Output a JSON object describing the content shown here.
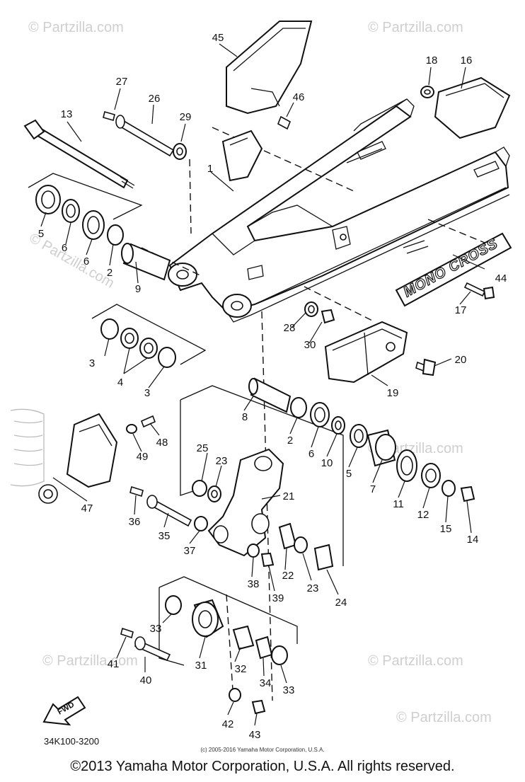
{
  "watermark": "© Partzilla.com",
  "decal_text": "MONO CROSS",
  "fwd_label": "FWD",
  "diagram_code": "34K100-3200",
  "small_copyright": "(c) 2005-2016 Yamaha Motor Corporation, U.S.A.",
  "copyright": "©2013 Yamaha Motor Corporation, U.S.A. All rights reserved.",
  "callouts": {
    "n1": "1",
    "n2a": "2",
    "n2b": "2",
    "n3a": "3",
    "n3b": "3",
    "n4": "4",
    "n5a": "5",
    "n5b": "5",
    "n6a": "6",
    "n6b": "6",
    "n7": "7",
    "n8": "8",
    "n9": "9",
    "n10": "10",
    "n11": "11",
    "n12": "12",
    "n13": "13",
    "n14": "14",
    "n15": "15",
    "n16": "16",
    "n17": "17",
    "n18": "18",
    "n19": "19",
    "n20": "20",
    "n21": "21",
    "n22": "22",
    "n23a": "23",
    "n23b": "23",
    "n24": "24",
    "n25": "25",
    "n26": "26",
    "n27": "27",
    "n28": "28",
    "n29": "29",
    "n30": "30",
    "n31": "31",
    "n32": "32",
    "n33a": "33",
    "n33b": "33",
    "n34": "34",
    "n35": "35",
    "n36": "36",
    "n37": "37",
    "n38": "38",
    "n39": "39",
    "n40": "40",
    "n41": "41",
    "n42": "42",
    "n43": "43",
    "n44": "44",
    "n45": "45",
    "n46": "46",
    "n47": "47",
    "n48": "48",
    "n49": "49"
  }
}
